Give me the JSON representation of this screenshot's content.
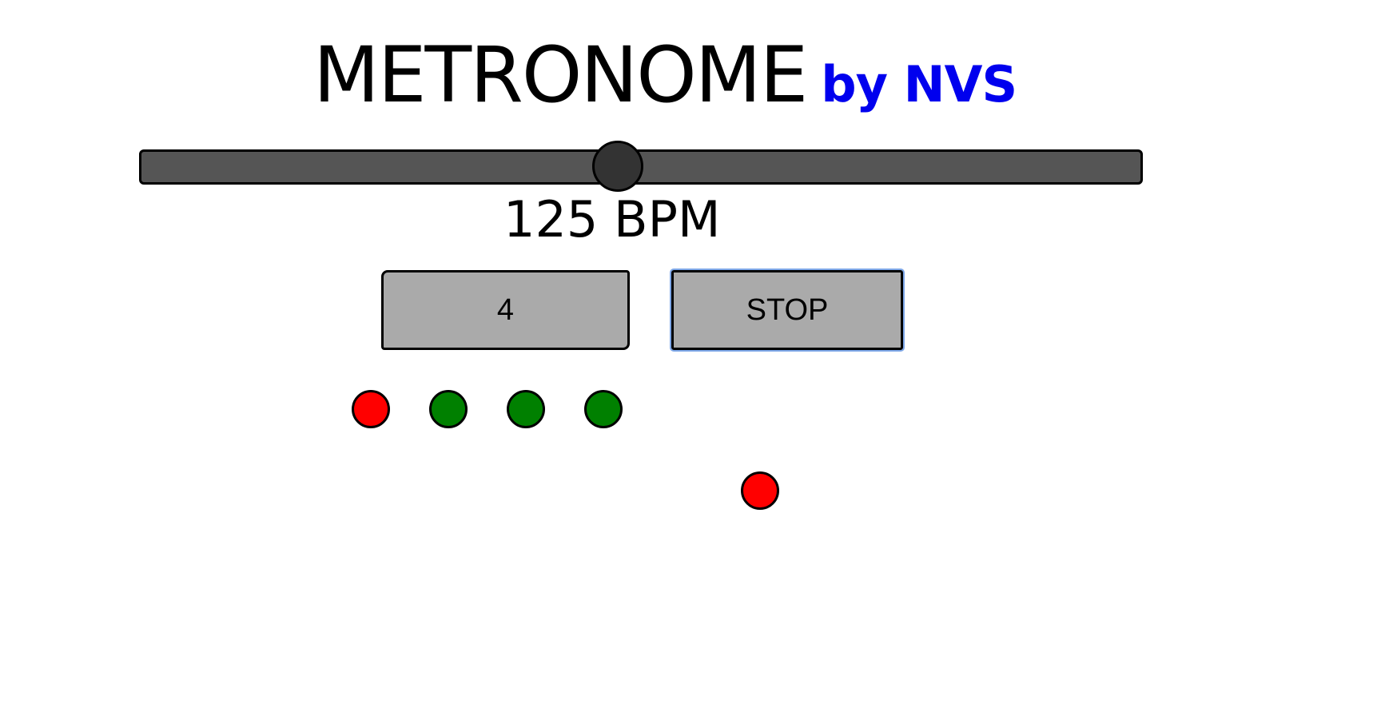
{
  "header": {
    "title": "METRONOME",
    "subtitle": "by NVS",
    "subtitle_color": "#0000ee"
  },
  "tempo": {
    "bpm_label": "125 BPM",
    "level_fraction": 0.479,
    "track_color": "#555555",
    "thumb_color": "#333333"
  },
  "controls": {
    "beats_label": "4",
    "stop_label": "STOP",
    "button_color": "#aaaaaa"
  },
  "beats": {
    "count": 4,
    "colors": [
      "#ff0000",
      "#008000",
      "#008000",
      "#008000"
    ]
  },
  "pendulum": {
    "color": "#ff0000"
  }
}
